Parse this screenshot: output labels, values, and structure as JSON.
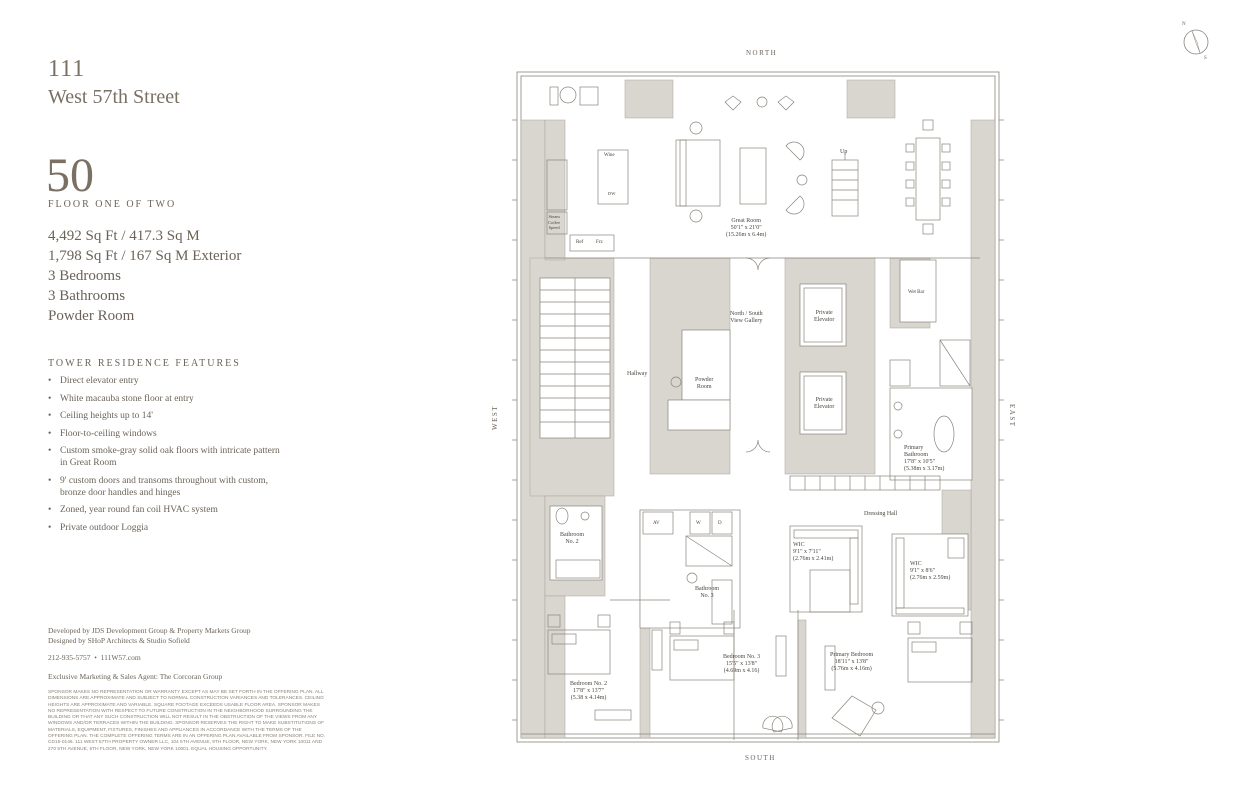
{
  "building": {
    "number": "111",
    "street": "West 57th Street"
  },
  "floor": {
    "number": "50",
    "label": "FLOOR ONE OF TWO"
  },
  "specs": [
    "4,492 Sq Ft / 417.3 Sq M",
    "1,798 Sq Ft / 167 Sq M Exterior",
    "3 Bedrooms",
    "3 Bathrooms",
    "Powder Room"
  ],
  "features": {
    "title": "TOWER RESIDENCE FEATURES",
    "items": [
      "Direct elevator entry",
      "White macauba stone floor at entry",
      "Ceiling heights up to 14'",
      "Floor-to-ceiling windows",
      "Custom smoke-gray solid oak floors with intricate pattern in Great Room",
      "9' custom doors and transoms throughout with custom, bronze door handles and hinges",
      "Zoned, year round fan coil HVAC system",
      "Private outdoor Loggia"
    ]
  },
  "credits": {
    "developer": "Developed by JDS Development Group & Property Markets Group",
    "architect": "Designed by SHoP Architects & Studio Sofield",
    "phone": "212-935-5757",
    "separator": "•",
    "website": "111W57.com",
    "agent": "Exclusive Marketing & Sales Agent: The Corcoran Group"
  },
  "disclaimer": "Sponsor makes no representation or warranty except as may be set forth in the offering plan. All dimensions are approximate and subject to normal construction variances and tolerances. Ceiling heights are approximate and variable. Square footage exceeds usable floor area. Sponsor makes no representation with respect to future construction in the neighborhood surrounding the building or that any such construction will not result in the obstruction of the views from any windows and/or terraces within the building. Sponsor reserves the right to make substitutions of materials, equipment, fixtures, finishes and appliances in accordance with the terms of the offering plan. The complete offering terms are in an offering plan available from Sponsor. File No. CD15-0146. 111 West 57th Property Owner LLC, 104 5th Avenue, 9th Floor, New York, New York 10011 and 270 5th Avenue, 5th Floor, New York, New York 10001. Equal Housing Opportunity.",
  "directions": {
    "north": "NORTH",
    "south": "SOUTH",
    "east": "EAST",
    "west": "WEST"
  },
  "compass": {
    "north": "N",
    "south": "S"
  },
  "rooms": {
    "great_room": {
      "name": "Great Room",
      "dim": "50'1\" x 21'0\"",
      "metric": "(15.26m x 6.4m)"
    },
    "gallery": {
      "name1": "North / South",
      "name2": "View Gallery"
    },
    "hallway": "Hallway",
    "powder_room": {
      "l1": "Powder",
      "l2": "Room"
    },
    "elevator1": {
      "l1": "Private",
      "l2": "Elevator"
    },
    "elevator2": {
      "l1": "Private",
      "l2": "Elevator"
    },
    "wet_bar": "Wet Bar",
    "primary_bath": {
      "l1": "Primary",
      "l2": "Bathroom",
      "dim": "17'8\" x 10'5\"",
      "metric": "(5.38m x 3.17m)"
    },
    "dressing_hall": "Dressing Hall",
    "wic1": {
      "name": "WIC",
      "dim": "9'1\" x 7'11\"",
      "metric": "(2.76m x 2.41m)"
    },
    "wic2": {
      "name": "WIC",
      "dim": "9'1\" x 8'6\"",
      "metric": "(2.76m x 2.59m)"
    },
    "bath2": {
      "l1": "Bathroom",
      "l2": "No. 2"
    },
    "bath3": {
      "l1": "Bathroom",
      "l2": "No. 3"
    },
    "bed2": {
      "name": "Bedroom No. 2",
      "dim": "17'8\" x 13'7\"",
      "metric": "(5.38 x 4.14m)"
    },
    "bed3": {
      "name": "Bedroom No. 3",
      "dim": "15'5\" x 13'8\"",
      "metric": "(4.69m x 4.16)"
    },
    "primary_bed": {
      "name": "Primary Bedroom",
      "dim": "18'11\" x 13'8\"",
      "metric": "(5.76m x 4.16m)"
    }
  },
  "fixtures": {
    "wine": "Wine",
    "dw": "DW",
    "ref": "Ref",
    "frz": "Frz",
    "steam1": "Steam",
    "steam2": "Coffee",
    "steam3": "Speed",
    "up": "Up",
    "av": "AV",
    "washer": "W",
    "dryer": "D"
  },
  "colors": {
    "wall": "#d9d6d0",
    "line": "#8a847b",
    "text": "#6b6358",
    "background": "#ffffff"
  }
}
